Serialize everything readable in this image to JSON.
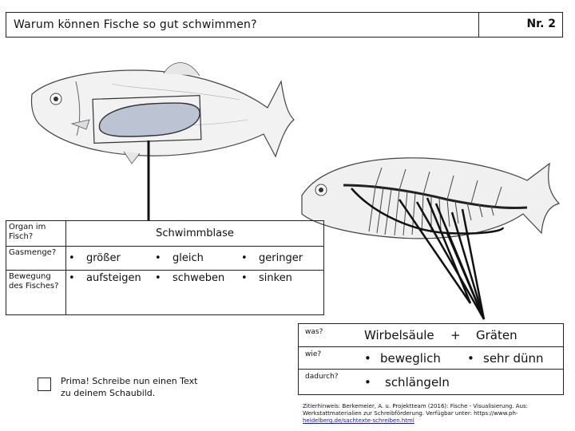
{
  "header": {
    "title": "Warum können Fische so gut schwimmen?",
    "number": "Nr. 2"
  },
  "table": {
    "row1_label": "Organ im Fisch?",
    "row1_value": "Schwimmblase",
    "row2_label": "Gasmenge?",
    "row2_options": [
      "größer",
      "gleich",
      "geringer"
    ],
    "row3_label": "Bewegung des Fisches?",
    "row3_options": [
      "aufsteigen",
      "schweben",
      "sinken"
    ]
  },
  "skeleton": {
    "was_label": "was?",
    "was_value": "Wirbelsäule",
    "plus": "+",
    "was_value2": "Gräten",
    "wie_label": "wie?",
    "wie_value1": "beweglich",
    "wie_value2": "sehr dünn",
    "dadurch_label": "dadurch?",
    "dadurch_value": "schlängeln",
    "bullet": "•"
  },
  "task": {
    "text_line1": "Prima! Schreibe nun einen Text",
    "text_line2": "zu deinem Schaubild."
  },
  "citation": {
    "line1": "Zitierhinweis: Berkemeier, A. u. Projektteam (2016): Fische - Visualisierung. Aus:",
    "line2": "Werkstattmaterialien zur Schreibförderung. Verfügbar unter: https://www.ph-",
    "line3": "heidelberg.de/sachtexte-schreiben.html"
  }
}
